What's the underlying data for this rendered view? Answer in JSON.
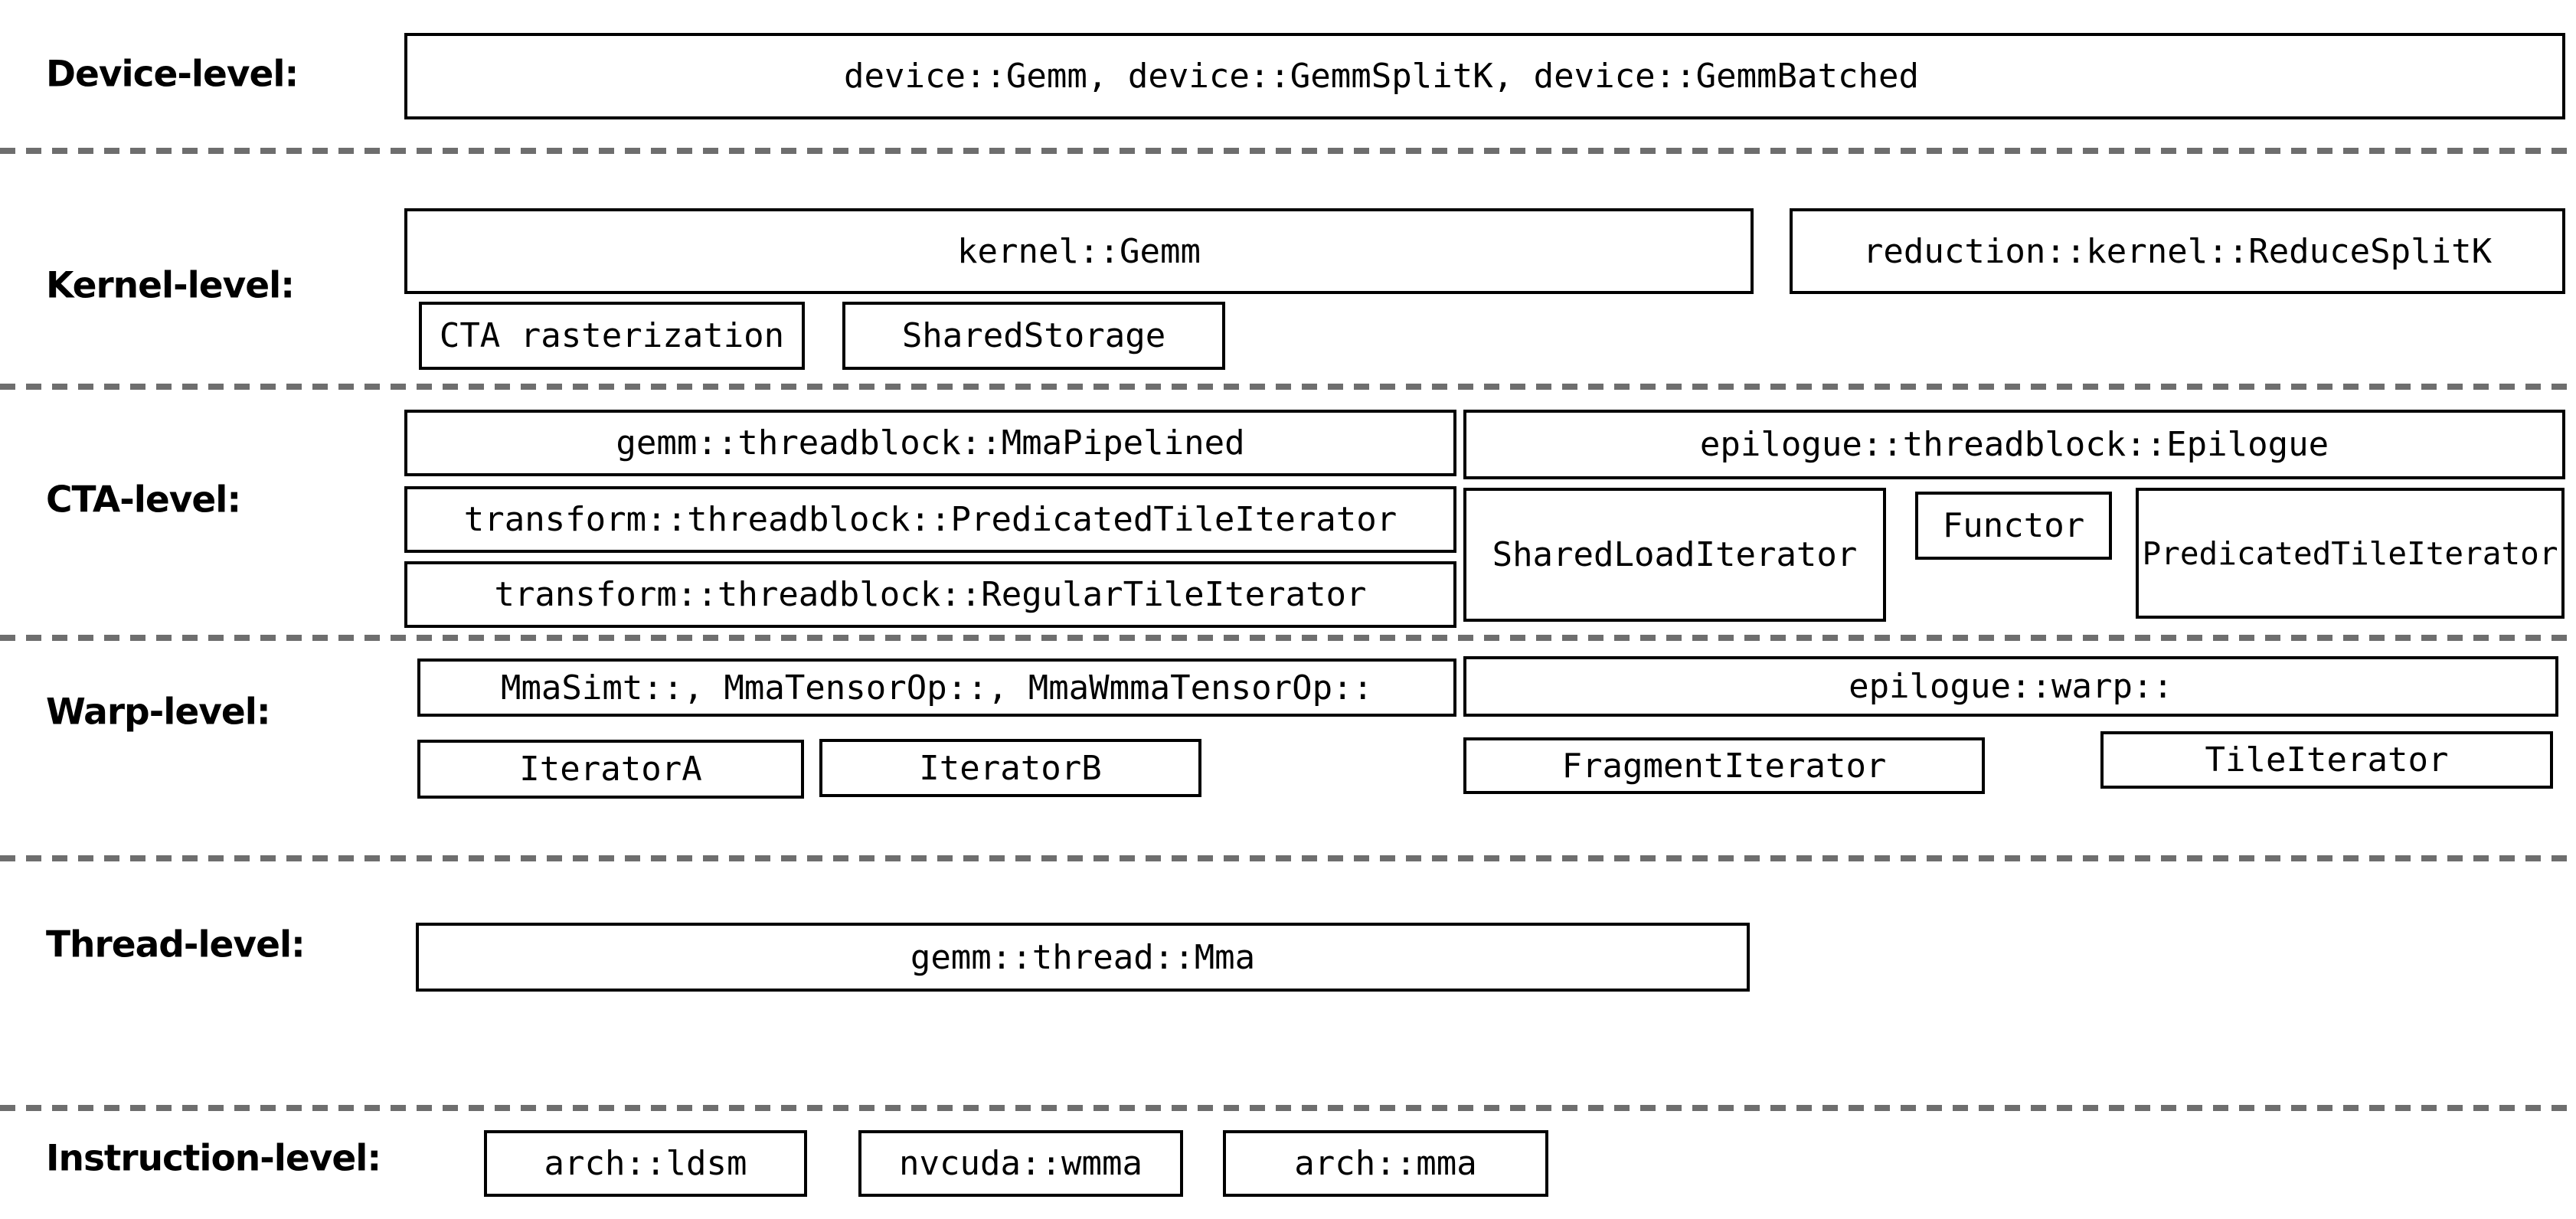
{
  "colors": {
    "background": "#ffffff",
    "box_border": "#000000",
    "text": "#000000",
    "dashed_line": "#6e6e6e"
  },
  "levels": {
    "device": {
      "label": "Device-level:",
      "gemm_box": "device::Gemm, device::GemmSplitK, device::GemmBatched"
    },
    "kernel": {
      "label": "Kernel-level:",
      "gemm_box": "kernel::Gemm",
      "reduce_splitk_box": "reduction::kernel::ReduceSplitK",
      "cta_rasterization_box": "CTA rasterization",
      "shared_storage_box": "SharedStorage"
    },
    "cta": {
      "label": "CTA-level:",
      "mma_pipelined_box": "gemm::threadblock::MmaPipelined",
      "predicated_tile_iterator_box": "transform::threadblock::PredicatedTileIterator",
      "regular_tile_iterator_box": "transform::threadblock::RegularTileIterator",
      "epilogue_box": "epilogue::threadblock::Epilogue",
      "shared_load_iterator_box": "SharedLoadIterator",
      "functor_box": "Functor",
      "epilogue_predicated_tile_iterator_box": "PredicatedTileIterator"
    },
    "warp": {
      "label": "Warp-level:",
      "mma_box": "MmaSimt::, MmaTensorOp::, MmaWmmaTensorOp::",
      "iterator_a_box": "IteratorA",
      "iterator_b_box": "IteratorB",
      "epilogue_warp_box": "epilogue::warp::",
      "fragment_iterator_box": "FragmentIterator",
      "tile_iterator_box": "TileIterator"
    },
    "thread": {
      "label": "Thread-level:",
      "mma_box": "gemm::thread::Mma"
    },
    "instruction": {
      "label": "Instruction-level:",
      "arch_ldsm_box": "arch::ldsm",
      "nvcuda_wmma_box": "nvcuda::wmma",
      "arch_mma_box": "arch::mma"
    }
  }
}
